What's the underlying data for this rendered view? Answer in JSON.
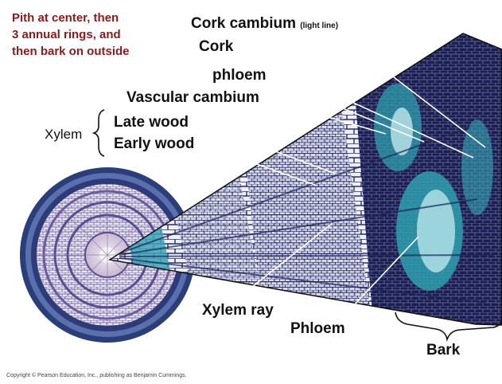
{
  "note": {
    "line1": "Pith at center, then",
    "line2": "3 annual rings, and",
    "line3": "then bark on outside"
  },
  "labels": {
    "cork_cambium": "Cork cambium",
    "cork_cambium_note": "(light line)",
    "cork": "Cork",
    "phloem_upper": "phloem",
    "vascular_cambium": "Vascular cambium",
    "xylem": "Xylem",
    "late_wood": "Late wood",
    "early_wood": "Early wood",
    "xylem_ray": "Xylem ray",
    "phloem_lower": "Phloem",
    "bark": "Bark"
  },
  "copyright": "Copyright © Pearson Education, Inc., publishing as Benjamin Cummings.",
  "colors": {
    "note_text": "#8b1a1a",
    "label_text": "#111111",
    "pointer_line": "#ffffff",
    "cell_walls": "#2b2f6a",
    "xylem_fill": "#e6e8f3",
    "bark_teal": "#2e9fae",
    "bark_dark": "#1c1f4a"
  }
}
